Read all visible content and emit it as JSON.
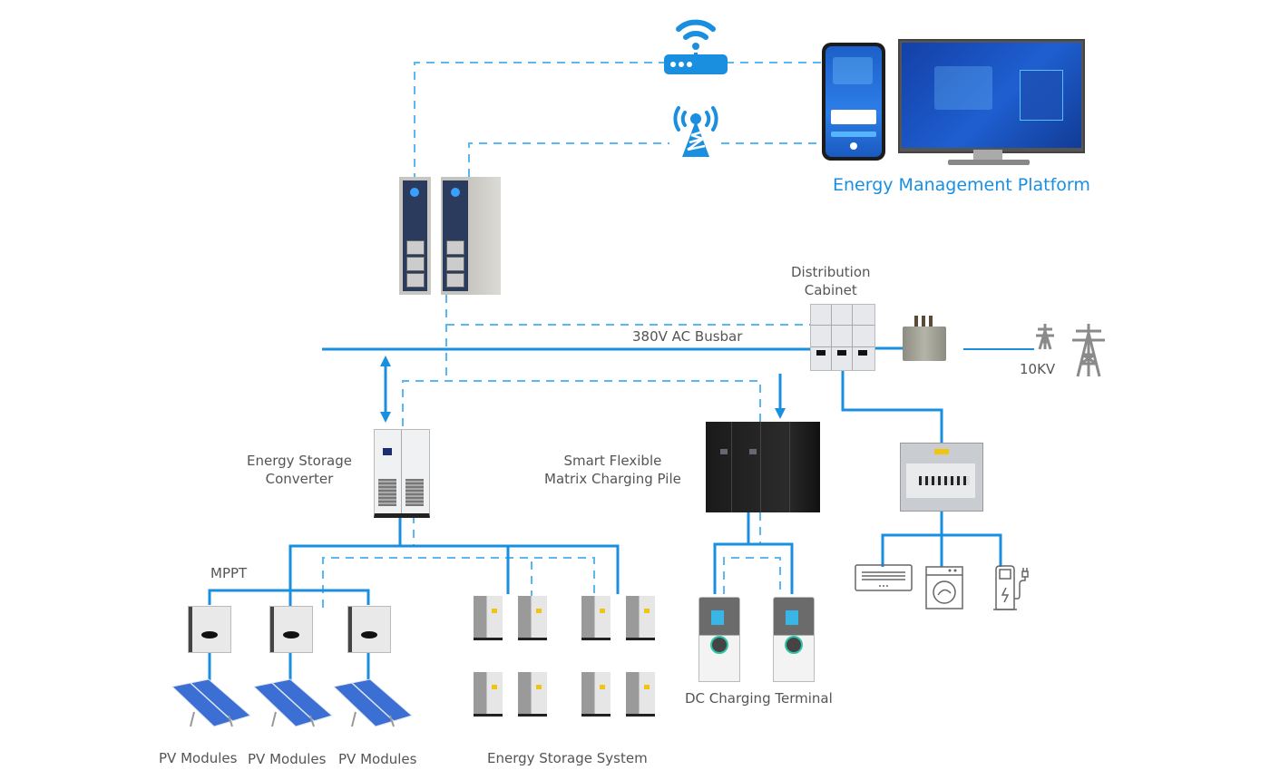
{
  "colors": {
    "power_line": "#1a8fe0",
    "comm_line": "#5ab8f0",
    "label_text": "#555555",
    "platform_title": "#1a8fe0",
    "icon_blue": "#1a8fe0",
    "tower_gray": "#8a8a8a"
  },
  "labels": {
    "platform": "Energy Management Platform",
    "distribution_cabinet_line1": "Distribution",
    "distribution_cabinet_line2": "Cabinet",
    "busbar": "380V AC Busbar",
    "grid_voltage": "10KV",
    "converter_line1": "Energy Storage",
    "converter_line2": "Converter",
    "charging_pile_line1": "Smart Flexible",
    "charging_pile_line2": "Matrix Charging Pile",
    "mppt": "MPPT",
    "pv_modules": [
      "PV Modules",
      "PV Modules",
      "PV Modules"
    ],
    "storage_system": "Energy Storage System",
    "dc_terminal": "DC Charging Terminal"
  },
  "icons": {
    "router": "wifi-router-icon",
    "cell_tower": "cell-tower-icon",
    "transmission_tower": "transmission-tower-icon",
    "air_conditioner": "air-conditioner-icon",
    "washing_machine": "washing-machine-icon",
    "ev_charger": "ev-charger-icon"
  },
  "devices": {
    "gateways": 2,
    "pv_inverters": 3,
    "pv_panels": 3,
    "battery_cabinets": 8,
    "dc_charging_terminals": 2,
    "household_loads": 3
  }
}
